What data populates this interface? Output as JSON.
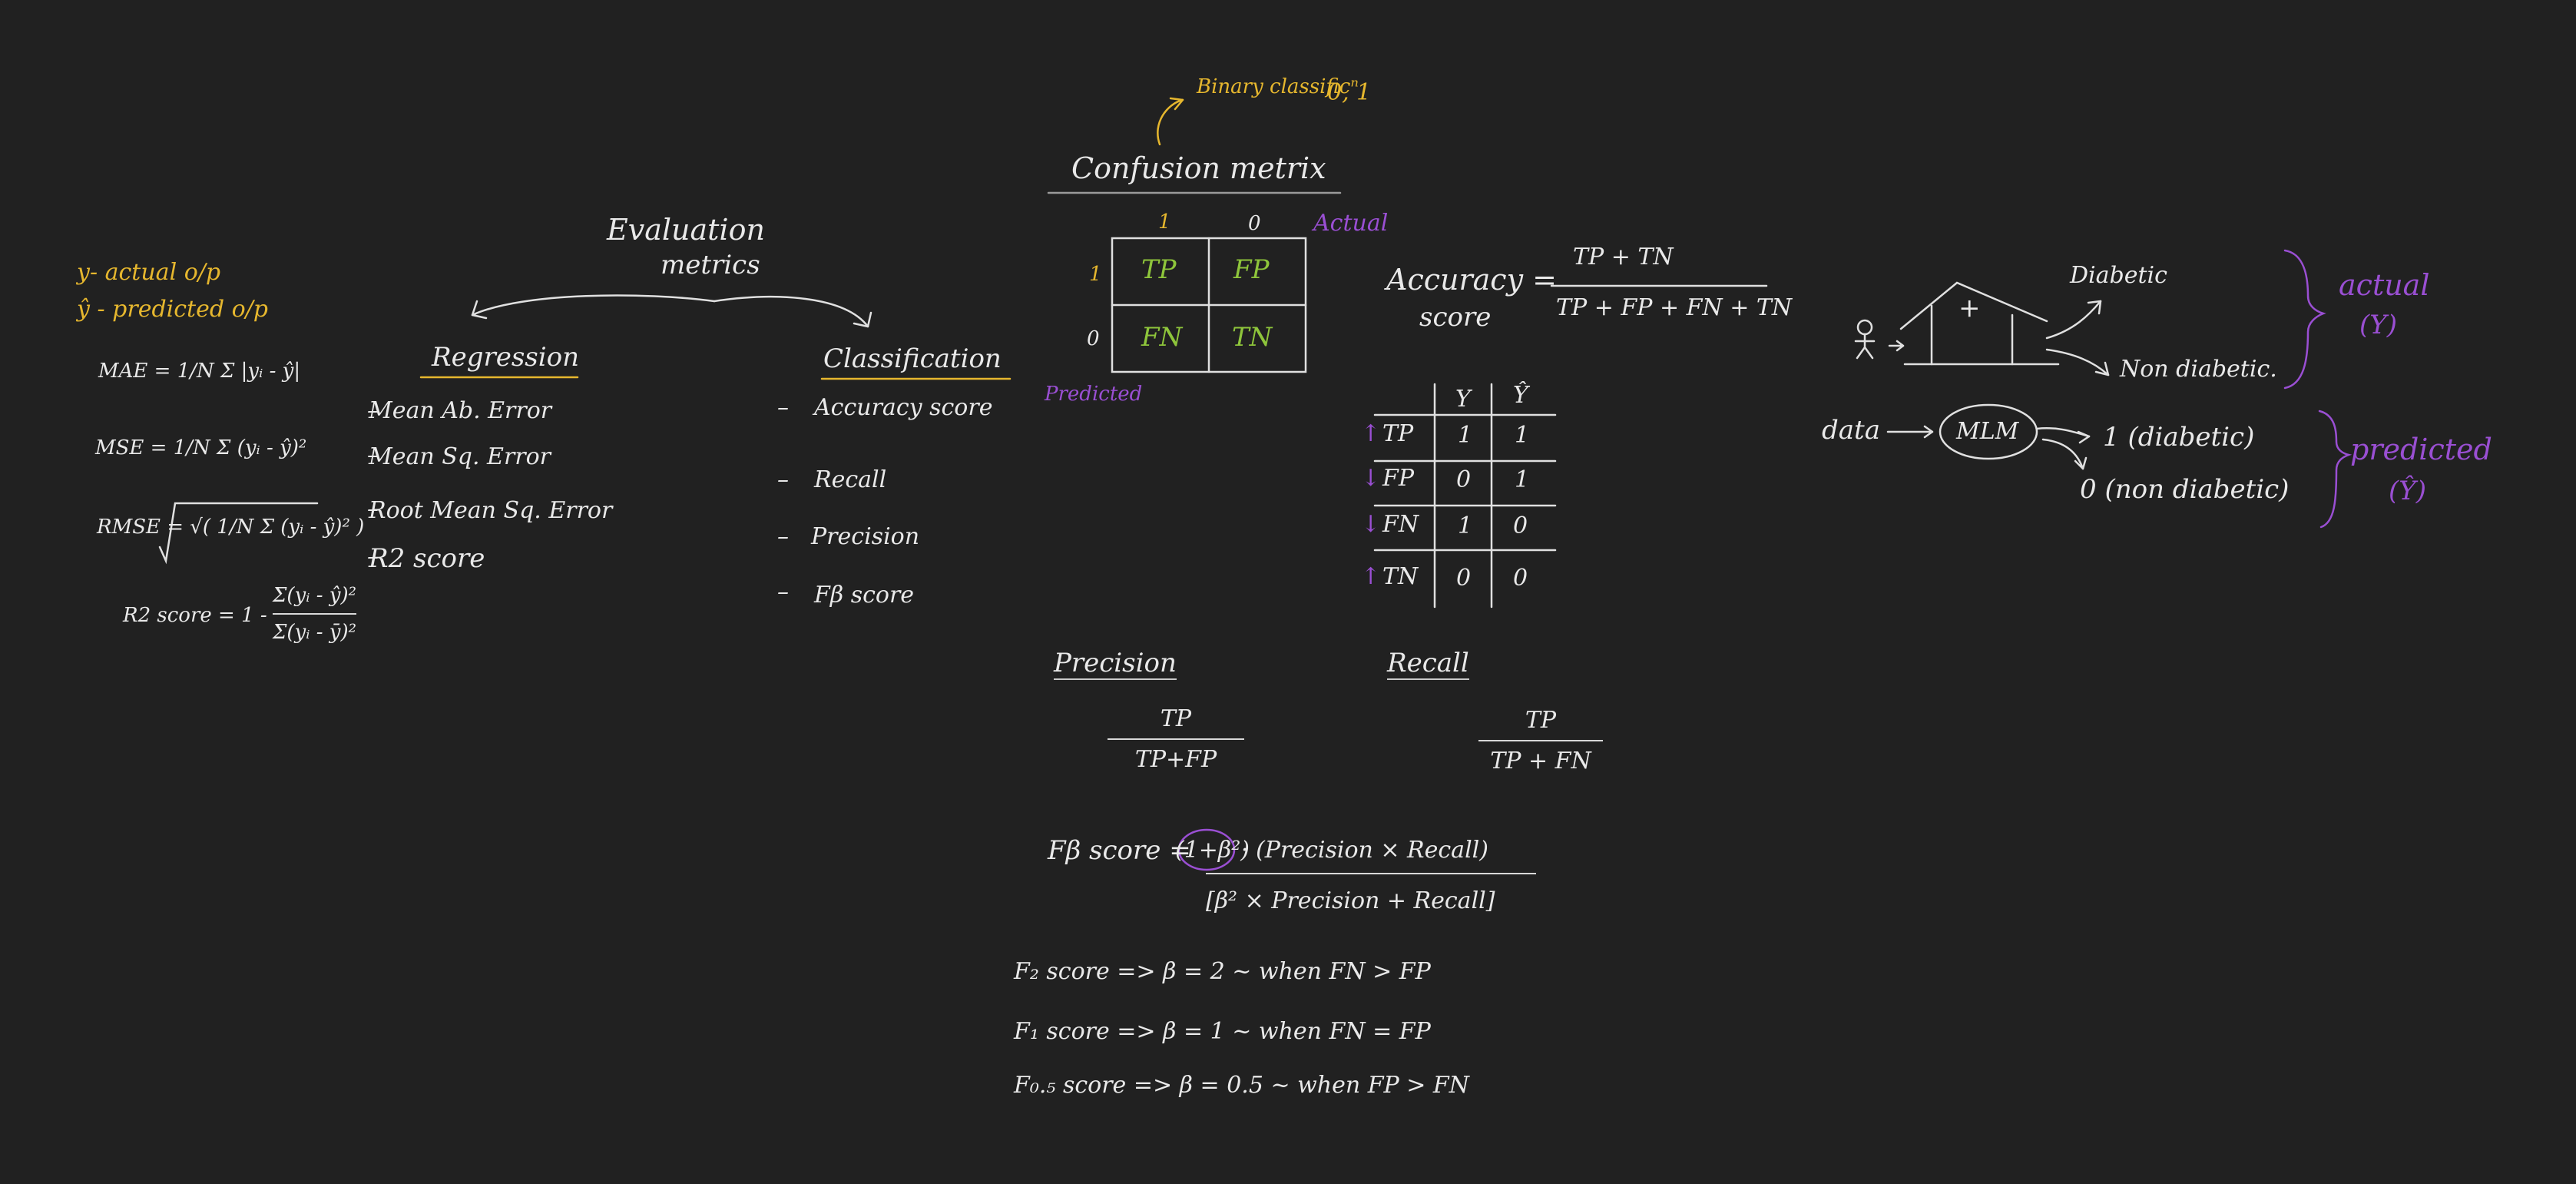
{
  "colors": {
    "background": "#212121",
    "chalk": "#e9e9e9",
    "yellow": "#e6b72e",
    "purple": "#9a4fd3",
    "green": "#8ec53b"
  },
  "left_notes": {
    "y_actual": "y- actual o/p",
    "y_pred": "ŷ - predicted o/p",
    "mae": "MAE = 1/N Σ |yᵢ - ŷ|",
    "mse": "MSE = 1/N Σ (yᵢ - ŷ)²",
    "rmse": "RMSE = √( 1/N Σ (yᵢ - ŷ)² )",
    "r2_label": "R2 score = 1 -",
    "r2_num": "Σ(yᵢ - ŷ)²",
    "r2_den": "Σ(yᵢ - ȳ)²"
  },
  "tree": {
    "title_1": "Evaluation",
    "title_2": "metrics",
    "regression": {
      "heading": "Regression",
      "items": [
        "Mean Ab. Error",
        "Mean Sq. Error",
        "Root Mean Sq. Error",
        "R2 score"
      ]
    },
    "classification": {
      "heading": "Classification",
      "items": [
        "Accuracy score",
        "Recall",
        "Precision",
        "Fβ score"
      ]
    }
  },
  "confusion": {
    "note": "Binary classificⁿ",
    "note_values": "0, 1",
    "title": "Confusion metrix",
    "actual_label": "Actual",
    "predicted_label": "Predicted",
    "col_heads": [
      "1",
      "0"
    ],
    "row_heads": [
      "1",
      "0"
    ],
    "cells": [
      "TP",
      "FP",
      "FN",
      "TN"
    ]
  },
  "accuracy": {
    "label_1": "Accuracy =",
    "label_2": "score",
    "numerator": "TP + TN",
    "denominator": "TP + FP + FN + TN"
  },
  "truth_table": {
    "headers": [
      "Y",
      "Ŷ"
    ],
    "rows": [
      {
        "arrow": "↑",
        "name": "TP",
        "y": "1",
        "yhat": "1"
      },
      {
        "arrow": "↓",
        "name": "FP",
        "y": "0",
        "yhat": "1"
      },
      {
        "arrow": "↓",
        "name": "FN",
        "y": "1",
        "yhat": "0"
      },
      {
        "arrow": "↑",
        "name": "TN",
        "y": "0",
        "yhat": "0"
      }
    ]
  },
  "precision": {
    "title": "Precision",
    "numerator": "TP",
    "denominator": "TP+FP"
  },
  "recall": {
    "title": "Recall",
    "numerator": "TP",
    "denominator": "TP + FN"
  },
  "fbeta": {
    "lhs": "Fβ score =",
    "num_a": "(1+β²)",
    "num_b": "· (Precision × Recall)",
    "den": "[β² ×  Precision + Recall]",
    "f2": "F₂ score => β = 2 ~ when FN > FP",
    "f1": "F₁ score => β = 1 ~ when FN = FP",
    "f05": "F₀.₅ score => β = 0.5 ~ when FP > FN"
  },
  "diabetes": {
    "diabetic": "Diabetic",
    "non_diabetic": "Non diabetic.",
    "actual": "actual",
    "actual_sym": "(Y)",
    "data": "data",
    "model": "MLM",
    "out_1": "1 (diabetic)",
    "out_0": "0 (non diabetic)",
    "predicted": "predicted",
    "predicted_sym": "(Ŷ)",
    "plus": "+"
  }
}
